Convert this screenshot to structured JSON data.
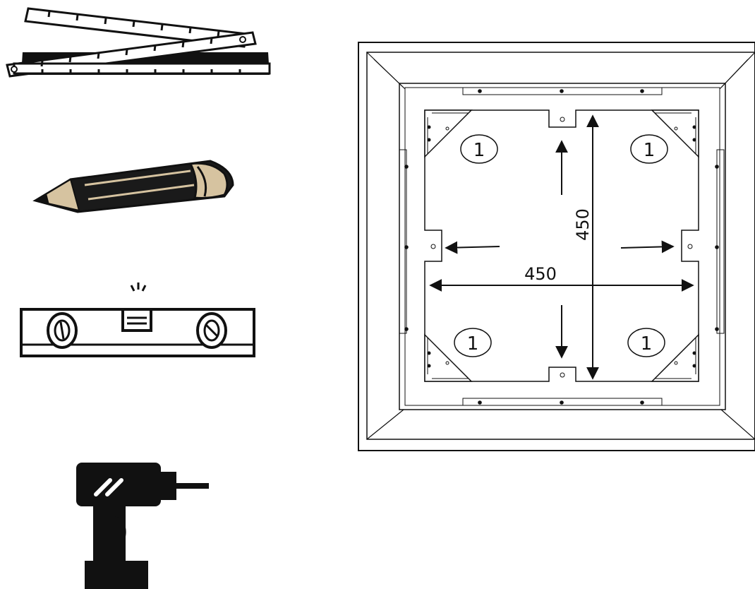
{
  "tools": {
    "ruler_icon": "folding-ruler-icon",
    "pencil_icon": "pencil-icon",
    "level_icon": "spirit-level-icon",
    "drill_icon": "cordless-drill-icon"
  },
  "diagram": {
    "dimension_horizontal": "450",
    "dimension_vertical": "450",
    "corner_labels": [
      "1",
      "1",
      "1",
      "1"
    ]
  }
}
